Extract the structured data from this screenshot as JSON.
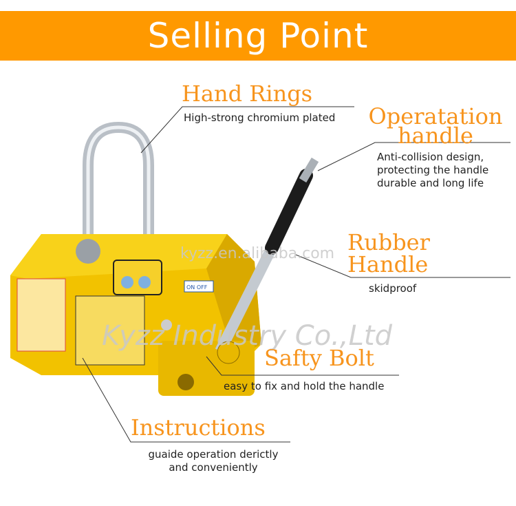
{
  "banner": {
    "title": "Selling Point",
    "color": "#FF9900"
  },
  "callouts": [
    {
      "title": "Hand Rings",
      "desc": [
        "High-strong chromium plated"
      ]
    },
    {
      "title": [
        "Operatation",
        "handle"
      ],
      "desc": [
        "Anti-collision design,",
        "protecting the handle",
        "durable and long life"
      ]
    },
    {
      "title": [
        "Rubber",
        "Handle"
      ],
      "desc": [
        "skidproof"
      ]
    },
    {
      "title": "Safty Bolt",
      "desc": [
        "easy to fix and hold the handle"
      ]
    },
    {
      "title": "Instructions",
      "desc": [
        "guaide operation derictly",
        "and conveniently"
      ]
    }
  ],
  "product_labels": {
    "switch": "ON  OFF"
  },
  "watermarks": {
    "site": "kyzz.en.alibaba.com",
    "company": "Kyzz Industry Co.,Ltd"
  },
  "accent_color": "#F7941D"
}
